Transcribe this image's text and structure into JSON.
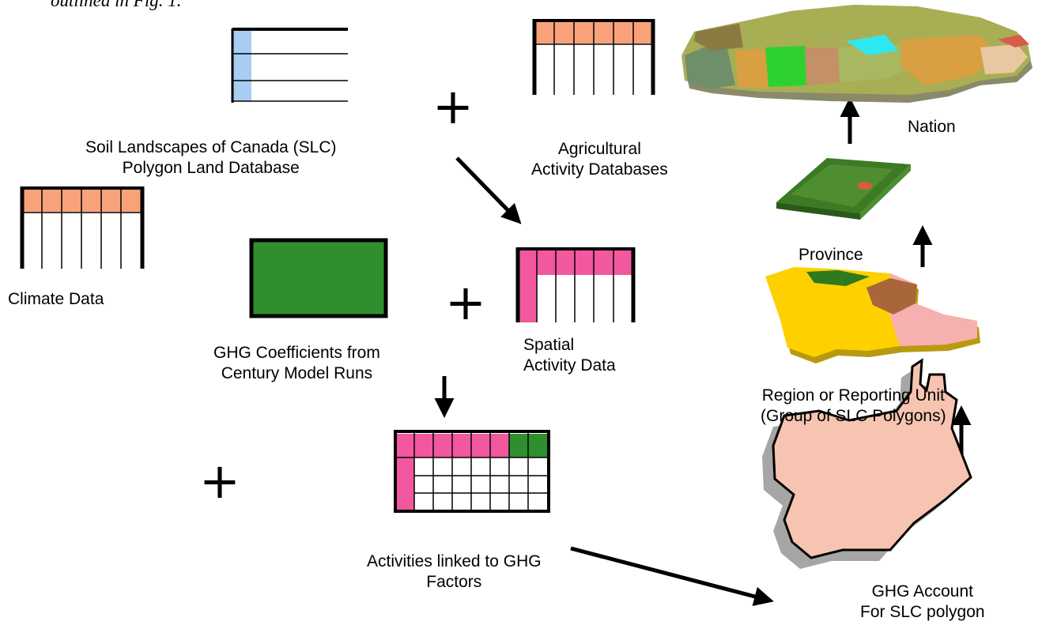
{
  "intro_text": "outlined in Fig. 1.",
  "labels": {
    "slc": [
      "Soil Landscapes of Canada (SLC)",
      "Polygon Land Database"
    ],
    "agri": [
      "Agricultural",
      "Activity Databases"
    ],
    "climate": [
      "Climate Data"
    ],
    "ghg_coeff": [
      "GHG Coefficients from",
      "Century Model Runs"
    ],
    "spatial": [
      "Spatial",
      "Activity Data"
    ],
    "linked": [
      "Activities linked to GHG",
      "Factors"
    ],
    "nation": [
      "Nation"
    ],
    "province": [
      "Province"
    ],
    "region": [
      "Region or Reporting Unit",
      "(Group of SLC Polygons)"
    ],
    "account": [
      "GHG Account",
      "For SLC polygon"
    ]
  },
  "plus_symbol": "+",
  "colors": {
    "orange": "#f9a27a",
    "light_blue": "#a9cdf2",
    "green": "#2f8f2f",
    "pink": "#f2589e",
    "polygon_fill": "#f6c4b0",
    "shadow": "#a6a6a6"
  }
}
